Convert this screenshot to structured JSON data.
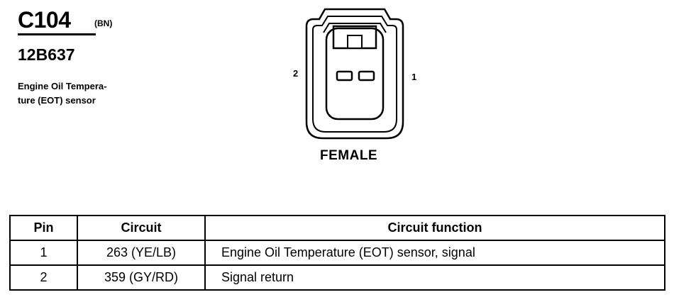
{
  "connector": {
    "id": "C104",
    "color_code": "(BN)",
    "part_number": "12B637",
    "description_line1": "Engine Oil Tempera-",
    "description_line2": "ture (EOT) sensor",
    "pin_left_label": "2",
    "pin_right_label": "1",
    "gender": "FEMALE"
  },
  "table": {
    "headers": [
      "Pin",
      "Circuit",
      "Circuit function"
    ],
    "rows": [
      {
        "pin": "1",
        "circuit": "263 (YE/LB)",
        "function": "Engine Oil Temperature (EOT) sensor, signal"
      },
      {
        "pin": "2",
        "circuit": "359 (GY/RD)",
        "function": "Signal return"
      }
    ]
  }
}
